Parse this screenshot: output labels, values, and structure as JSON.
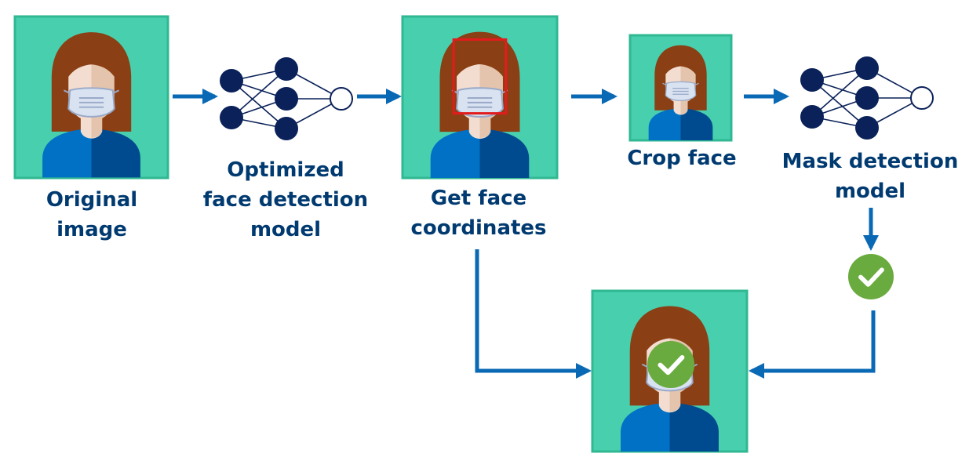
{
  "colors": {
    "tile_fill": "#48cfae",
    "tile_border": "#2fb892",
    "hair": "#8b3f14",
    "skin_light": "#f2ddd0",
    "skin_shade": "#e4c4ac",
    "mask": "#d8e2f0",
    "mask_line": "#9aa9c9",
    "shirt_light": "#0071c5",
    "shirt_dark": "#004a8f",
    "node": "#0a2159",
    "arrow": "#0a69b5",
    "label_text": "#003a70",
    "bbox": "#e21c1c",
    "check_green": "#6aab3f"
  },
  "icons": {
    "arrow": "arrow-right-icon",
    "check": "checkmark-icon",
    "network": "neural-network-icon"
  },
  "steps": {
    "original": {
      "line1": "Original",
      "line2": "image"
    },
    "face_model": {
      "line1": "Optimized",
      "line2": "face detection",
      "line3": "model"
    },
    "coords": {
      "line1": "Get face",
      "line2": "coordinates"
    },
    "crop": {
      "line1": "Crop face"
    },
    "mask_model": {
      "line1": "Mask detection",
      "line2": "model"
    }
  }
}
